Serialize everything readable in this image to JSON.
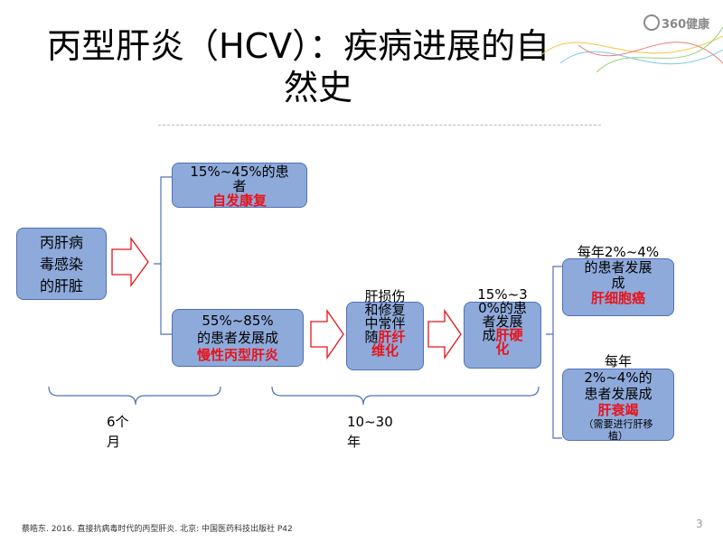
{
  "title": {
    "line1": "丙型肝炎（HCV）：疾病进展的自",
    "line2": "然史"
  },
  "brand": "360健康",
  "nodes": {
    "infection": {
      "line1": "丙肝病",
      "line2": "毒感染",
      "line3": "的肝脏"
    },
    "recovery": {
      "line1": "15%~45%的患",
      "line2": "者",
      "highlight": "自发康复"
    },
    "chronic": {
      "line1": "55%~85%",
      "line2": "的患者发展成",
      "highlight": "慢性丙型肝炎"
    },
    "fibrosis": {
      "line1": "肝损伤",
      "line2": "和修复",
      "line3": "中常伴",
      "line4_prefix": "随",
      "line4_highlight": "肝纤",
      "line5_highlight": "维化"
    },
    "cirrhosis": {
      "line1": "15%~3",
      "line2": "0%的患",
      "line3": "者发展",
      "line4_prefix": "成",
      "line4_highlight": "肝硬",
      "line5_highlight": "化"
    },
    "hcc": {
      "line1": "每年2%~4%",
      "line2": "的患者发展",
      "line3": "成",
      "highlight": "肝细胞癌"
    },
    "failure": {
      "line0": "每年",
      "line1": "2%~4%的",
      "line2": "患者发展成",
      "highlight": "肝衰竭",
      "note1": "（需要进行肝移",
      "note2": "植）"
    }
  },
  "timeline": {
    "first": {
      "line1": "6个",
      "line2": "月"
    },
    "second": {
      "line1": "10~30",
      "line2": "年"
    }
  },
  "footer": "蔡皓东. 2016. 直接抗病毒时代的丙型肝炎. 北京: 中国医药科技出版社 P42",
  "page_number": "3",
  "colors": {
    "box_fill": "#8eaadb",
    "box_border": "#4f71b6",
    "highlight": "#e8141b",
    "arrow_fill": "#ffffff",
    "arrow_border": "#e8141b"
  }
}
